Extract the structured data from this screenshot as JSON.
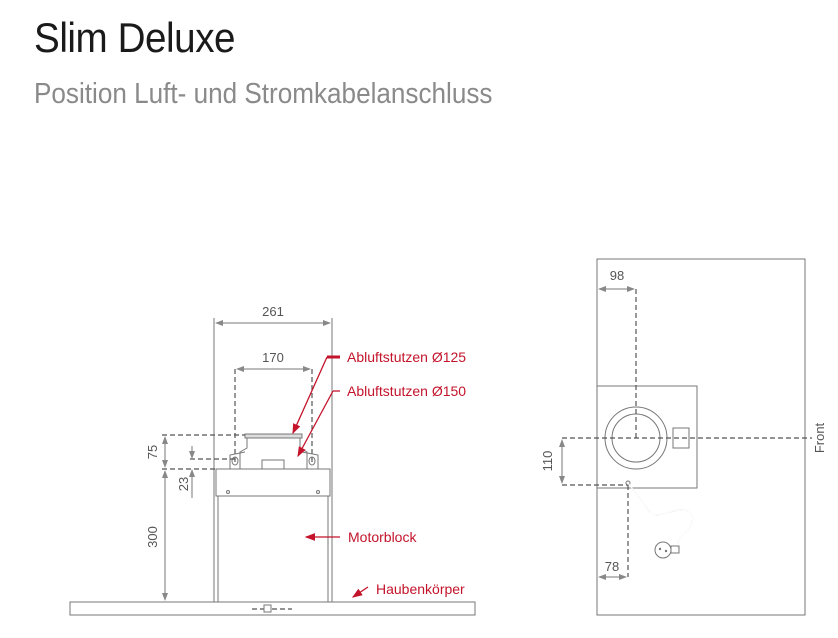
{
  "header": {
    "title": "Slim Deluxe",
    "subtitle": "Position Luft- und Stromkabelanschluss"
  },
  "side_view": {
    "dims": {
      "width_total": "261",
      "width_outlet": "170",
      "height_outlet": "75",
      "height_bracket": "23",
      "height_motor": "300"
    },
    "labels": {
      "outlet_125": "Abluftstutzen Ø125",
      "outlet_150": "Abluftstutzen Ø150",
      "motor": "Motorblock",
      "hood": "Haubenkörper"
    }
  },
  "top_view": {
    "dims": {
      "outlet_offset": "98",
      "cable_depth": "110",
      "cable_offset": "78"
    },
    "labels": {
      "front": "Front"
    }
  },
  "colors": {
    "accent": "#c3142b",
    "line": "#777777"
  }
}
